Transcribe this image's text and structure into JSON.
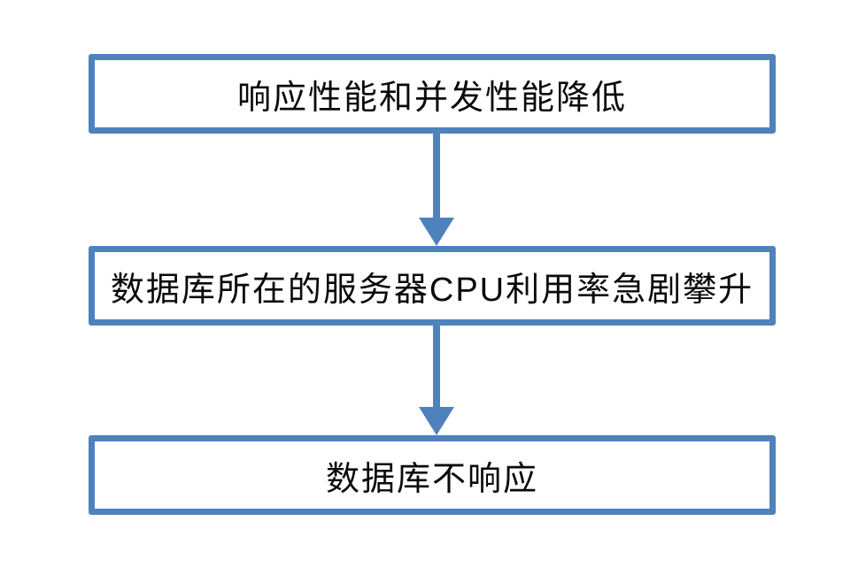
{
  "diagram": {
    "type": "flowchart",
    "direction": "top-down",
    "nodes": [
      {
        "id": "node-1",
        "label": "响应性能和并发性能降低"
      },
      {
        "id": "node-2",
        "label": "数据库所在的服务器CPU利用率急剧攀升"
      },
      {
        "id": "node-3",
        "label": "数据库不响应"
      }
    ],
    "edges": [
      {
        "from": "node-1",
        "to": "node-2",
        "style": "arrow-down"
      },
      {
        "from": "node-2",
        "to": "node-3",
        "style": "arrow-down"
      }
    ],
    "colors": {
      "accent": "#4f81bd",
      "box_fill": "#ffffff",
      "text": "#0a0a0a",
      "background": "#ffffff"
    }
  }
}
